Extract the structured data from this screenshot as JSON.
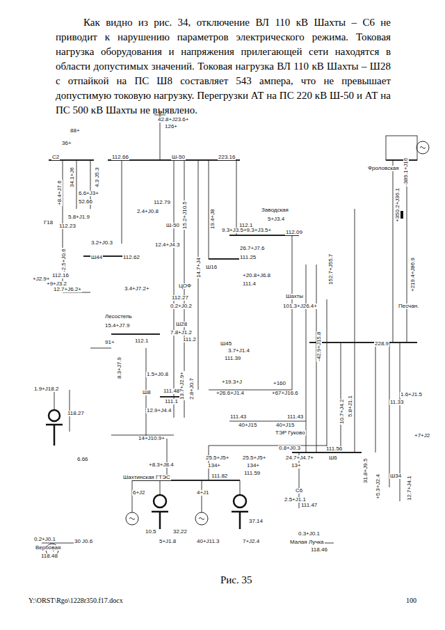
{
  "diagram": {
    "caption": "Рис. 35",
    "labels": [
      "Как видно из рис. 34, отключение ВЛ 110 кВ Шахты – С6 не приводит к нарушению параметров электрического режима. Токовая нагрузка оборудования и напряжения прилегающей сети находятся в области допустимых значений. Токовая нагрузка ВЛ 110 кВ Шахты – Ш28 с отпайкой на ПС Ш8 составляет 543 ампера, что не превышает допустимую токовую нагрузку. Перегрузки АТ на ПС 220 кВ Ш-50 и АТ на ПС 500 кВ Шахты не выявлено.",
      "Y:\\ORST\\Rgo\\1228r350.f17.docx",
      "100",
      "88+",
      "36+",
      "С2",
      "112.66",
      "Ш-50",
      "223.16",
      "42.8+J23.6+",
      "126+",
      "Фроловская",
      "+8.4+J7.6",
      "34.1+J6",
      "4.3 J5.3",
      "6.6+J3+",
      "52.66",
      "5.8+J1.9",
      "Г18",
      "112.23",
      "112.79",
      "2.4+J0.8",
      "Ш-50",
      "112.1",
      "Заводская",
      "5+J3.4",
      "9.3+J3.5+9.3+J3.5+",
      "112.09",
      "3.2+J0.3",
      "12.4+J4.3",
      "Ш44",
      "112.62",
      "26.7+J7.6",
      "111.25",
      "Ш16",
      "+20.8+J6.8",
      "111.4",
      "-2.5+J0.6",
      "112.16",
      "+J2.9+",
      "+9+J3.2",
      "12.7+J6.2+",
      "3.4+J7.2+",
      "ЦОФ",
      "112.27",
      "0.2+J0.2",
      "Шахты",
      "101.3+J26.4+",
      "Песчан.",
      "Лесостепь",
      "15.4+J7.9",
      "91+",
      "112.1",
      "Ш28",
      "7.8+J1.2",
      "111.2",
      "Ш45",
      "3.7+J1.4",
      "111.39",
      "228.9",
      "8.3+J7.9",
      "1.5+J0.8",
      "Ш8",
      "111.48",
      "111.1",
      "12.9+J4.4",
      "+19.3+J",
      "+26.6+J1.4",
      "+160",
      "+67+J16.6",
      "1.9+J18.2",
      "118.27",
      "111.43",
      "111.43",
      "40+J15",
      "40+J15",
      "ТЭР Гуково",
      "1.6+J1.5",
      "11.33",
      "14+J10.9+",
      "0.8+J0.3",
      "111.56",
      "+7+J2",
      "6.66",
      "+8.3+J8.4",
      "Шахтинская ГТЭС",
      "25.5+J5+",
      "134+",
      "111.82",
      "25.5+J5+",
      "134+",
      "24.7+J4.7+",
      "13+",
      "111.59",
      "Ш6",
      "Ш34",
      "С6",
      "2.5+J1.1",
      "111.47",
      "6+J2",
      "4+J1",
      "10.5",
      "32.22",
      "37.14",
      "5+J1.8",
      "40+J11.3",
      "7+J2.4",
      "0.2+J0.1",
      "Вербовая",
      "118.48",
      "30 J0.6",
      "0.3+J0.1",
      "Малая Лучка",
      "118.46",
      "-389.1+J16",
      "+350.2+J36.1",
      "+219.4+J86.9",
      "152.7+J55.7",
      "13.7+J2.9+",
      "2.8+J0.7",
      "14.7+J4",
      "15.2+J10.5",
      "19.4+J8",
      "5.8+J1.1",
      "31.8+J9.5",
      "12.7+J4.1",
      "+5.3+J2.4",
      "10.7+J4.2",
      "-42.9+J15.8"
    ]
  }
}
